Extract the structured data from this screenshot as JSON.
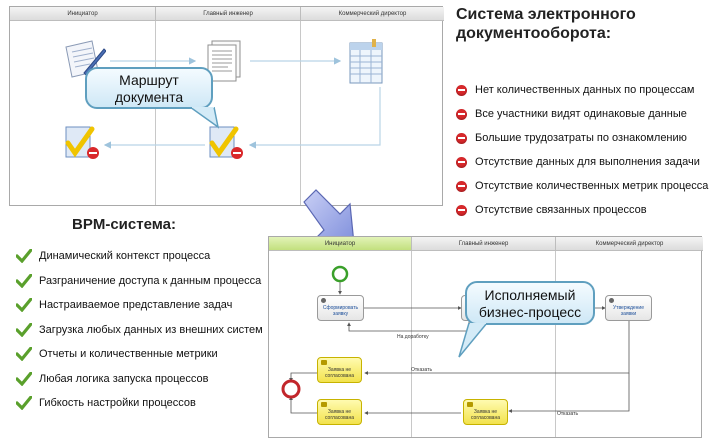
{
  "top_diagram": {
    "lanes": [
      "Инициатор",
      "Главный инженер",
      "Коммерческий директор"
    ],
    "callout": "Маршрут документа",
    "doc_icons": [
      "pen-document-icon",
      "text-document-icon",
      "spreadsheet-document-icon"
    ]
  },
  "right_panel": {
    "title": "Система электронного документооборота:",
    "items": [
      "Нет количественных данных по процессам",
      "Все участники видят одинаковые данные",
      "Большие трудозатраты по ознакомлению",
      "Отсутствие данных для выполнения задачи",
      "Отсутствие количественных метрик процесса",
      "Отсутствие связанных процессов"
    ]
  },
  "left_panel": {
    "title": "BPM-система:",
    "items": [
      "Динамический контекст процесса",
      "Разграничение доступа к данным процесса",
      "Настраиваемое представление задач",
      "Загрузка любых данных из внешних систем",
      "Отчеты и количественные метрики",
      "Любая логика запуска процессов",
      "Гибкость настройки процессов"
    ]
  },
  "bottom_diagram": {
    "lanes": [
      "Инициатор",
      "Главный инженер",
      "Коммерческий директор"
    ],
    "callout": "Исполняемый бизнес-процесс",
    "tasks": {
      "form": "Сформировать заявку",
      "approve": "Утверждение заявки",
      "rejected": "Заявка не согласована"
    },
    "flows": {
      "rework": "На доработку",
      "reject": "Отказать"
    }
  },
  "colors": {
    "active_lane": "#cde89a",
    "negative": "#d9282b",
    "positive": "#5aa02c",
    "callout_border": "#5f9fbf",
    "arrow": "#9aa7e6"
  }
}
